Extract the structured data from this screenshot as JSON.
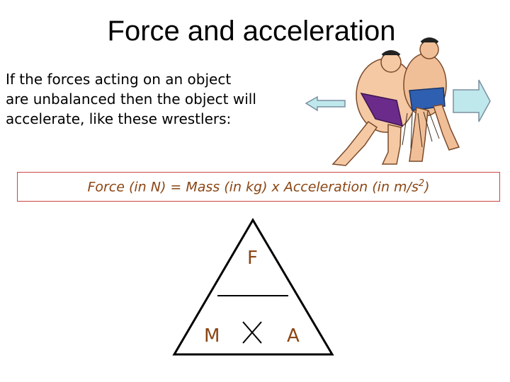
{
  "slide": {
    "title": "Force and acceleration",
    "intro_lines": [
      "If the forces acting on an object",
      "are unbalanced then the object will",
      "accelerate, like these wrestlers:"
    ],
    "formula": {
      "text": "Force (in N) = Mass (in kg) x Acceleration (in m/s",
      "superscript": "2",
      "suffix": ")"
    },
    "triangle": {
      "top": "F",
      "bottom_left": "M",
      "bottom_right": "A"
    }
  },
  "icons": [
    "left-arrow-icon",
    "right-arrow-icon",
    "sumo-wrestlers-image",
    "multiply-icon"
  ],
  "colors": {
    "formula_text": "#8b4513",
    "formula_border": "#cc4444",
    "arrow_fill": "#bfe8ec",
    "arrow_stroke": "#7a8fa0"
  }
}
